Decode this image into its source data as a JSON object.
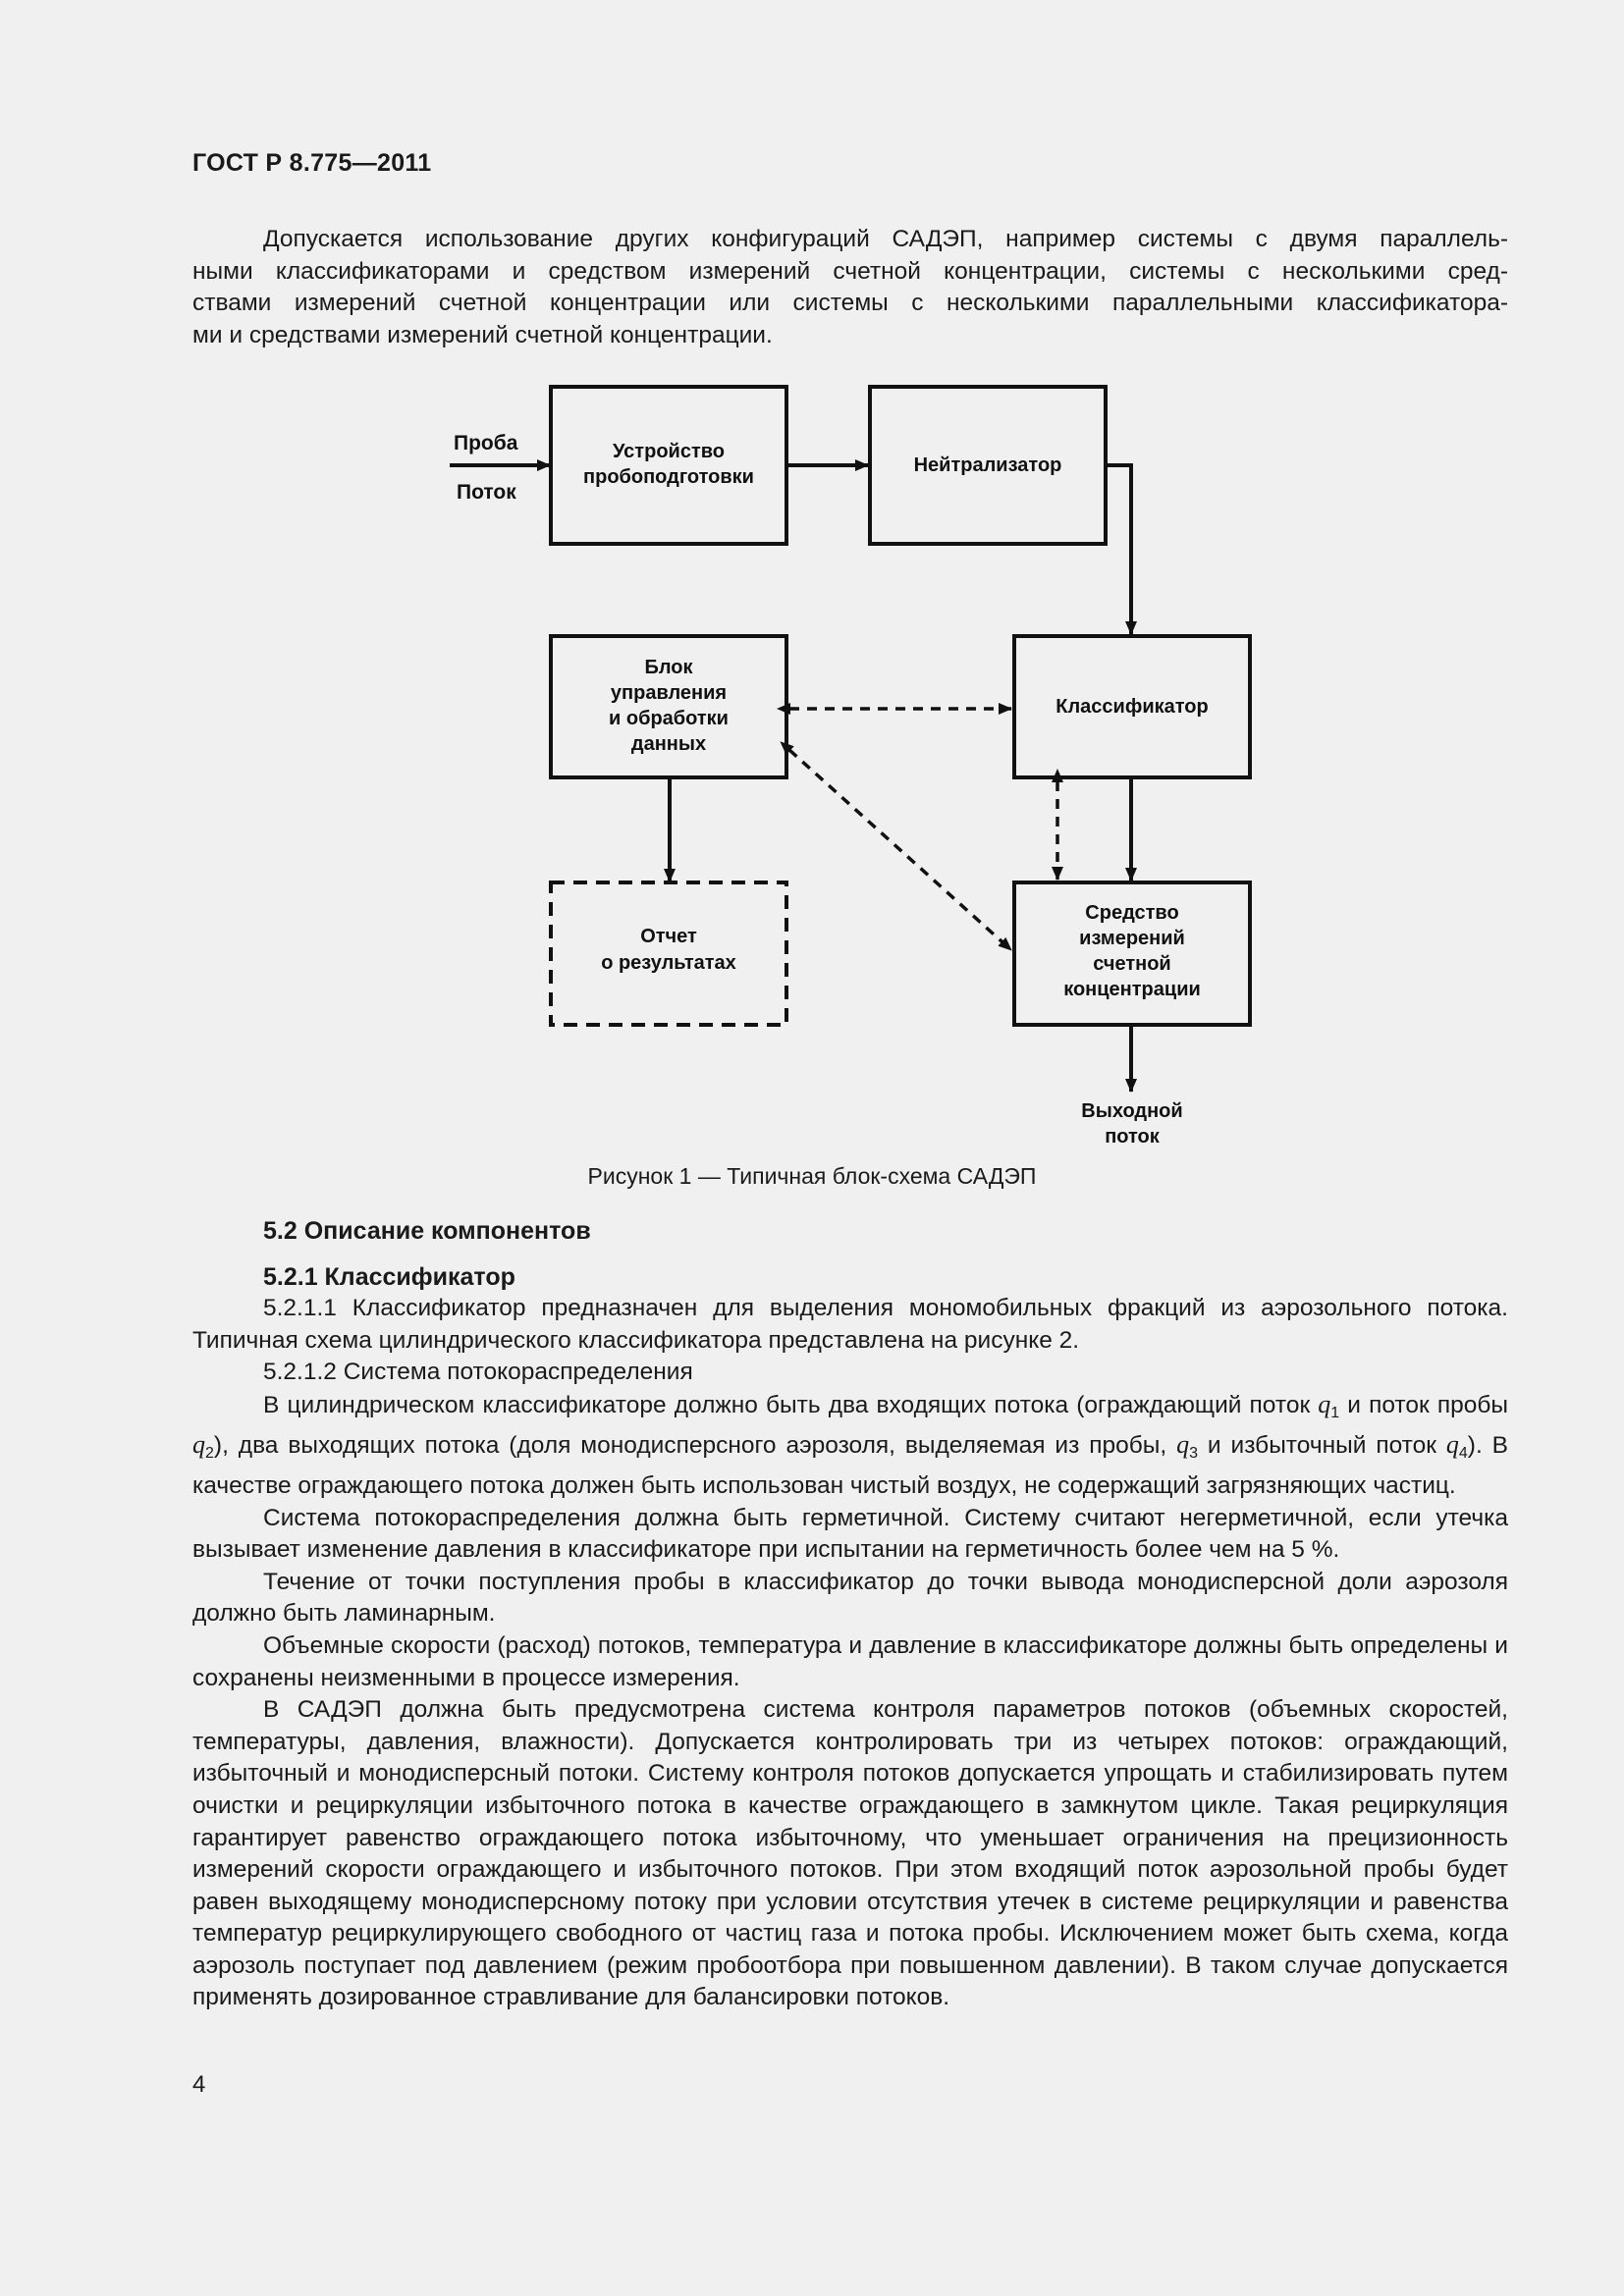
{
  "header": {
    "doc_code": "ГОСТ Р 8.775—2011"
  },
  "intro": {
    "lines": [
      "Допускается использование других конфигураций САДЭП, например системы с двумя параллель-",
      "ными классификаторами и средством измерений счетной концентрации, системы с несколькими сред-",
      "ствами измерений счетной концентрации или системы с несколькими параллельными классификатора-",
      "ми и средствами измерений счетной концентрации."
    ]
  },
  "diagram": {
    "input_label_top": "Проба",
    "input_label_bottom": "Поток",
    "boxes": {
      "sample_prep": [
        "Устройство",
        "пробоподготовки"
      ],
      "neutralizer": [
        "Нейтрализатор"
      ],
      "control_unit": [
        "Блок",
        "управления",
        "и обработки",
        "данных"
      ],
      "classifier": [
        "Классификатор"
      ],
      "report": [
        "Отчет",
        "о результатах"
      ],
      "counter": [
        "Средство",
        "измерений",
        "счетной",
        "концентрации"
      ]
    },
    "output_label": [
      "Выходной",
      "поток"
    ]
  },
  "caption": "Рисунок 1 — Типичная блок-схема САДЭП",
  "section": {
    "heading": "5.2 Описание компонентов",
    "subheading": "5.2.1 Классификатор",
    "p1": "5.2.1.1 Классификатор предназначен для выделения мономобильных фракций из аэрозольного потока. Типичная схема цилиндрического классификатора представлена на рисунке 2.",
    "p2": "5.2.1.2 Система потокораспределения",
    "p3": {
      "a": "В цилиндрическом классификаторе должно быть два входящих потока (ограждающий поток ",
      "q1": "q",
      "q1_sub": "1",
      "b": " и поток пробы ",
      "q2": "q",
      "q2_sub": "2",
      "c": "), два выходящих потока (доля монодисперсного аэрозоля, выделяемая из пробы, ",
      "q3": "q",
      "q3_sub": "3",
      "d": " и избыточный поток ",
      "q4": "q",
      "q4_sub": "4",
      "e": "). В качестве ограждающего потока должен быть использован чистый воздух, не содержащий загрязняющих частиц."
    },
    "p4": "Система потокораспределения должна быть герметичной. Систему считают негерметичной, если утечка вызывает изменение давления в классификаторе при испытании на герметичность более чем на 5 %.",
    "p5": "Течение от точки поступления пробы в классификатор до точки вывода монодисперсной доли аэрозоля должно быть ламинарным.",
    "p6": "Объемные скорости (расход) потоков, температура и давление в классификаторе должны быть определены и сохранены неизменными в процессе измерения.",
    "p7": "В САДЭП должна быть предусмотрена система контроля параметров потоков (объемных скоростей, температуры, давления, влажности). Допускается контролировать три из четырех потоков: ограждающий, избыточный и монодисперсный потоки. Систему контроля потоков допускается упрощать и стабилизировать путем очистки и рециркуляции избыточного потока в качестве ограждающего в замкнутом цикле. Такая рециркуляция гарантирует равенство ограждающего потока избыточному, что уменьшает ограничения на прецизионность измерений скорости ограждающего и избыточного потоков. При этом входящий поток аэрозольной пробы будет равен выходящему монодисперсному потоку при условии отсутствия утечек в системе рециркуляции и равенства температур рециркулирующего свободного от частиц газа и потока пробы. Исключением может быть схема, когда аэрозоль поступает под давлением (режим пробоотбора при повышенном давлении). В таком случае допускается применять дозированное стравливание для балансировки потоков."
  },
  "page_number": "4"
}
